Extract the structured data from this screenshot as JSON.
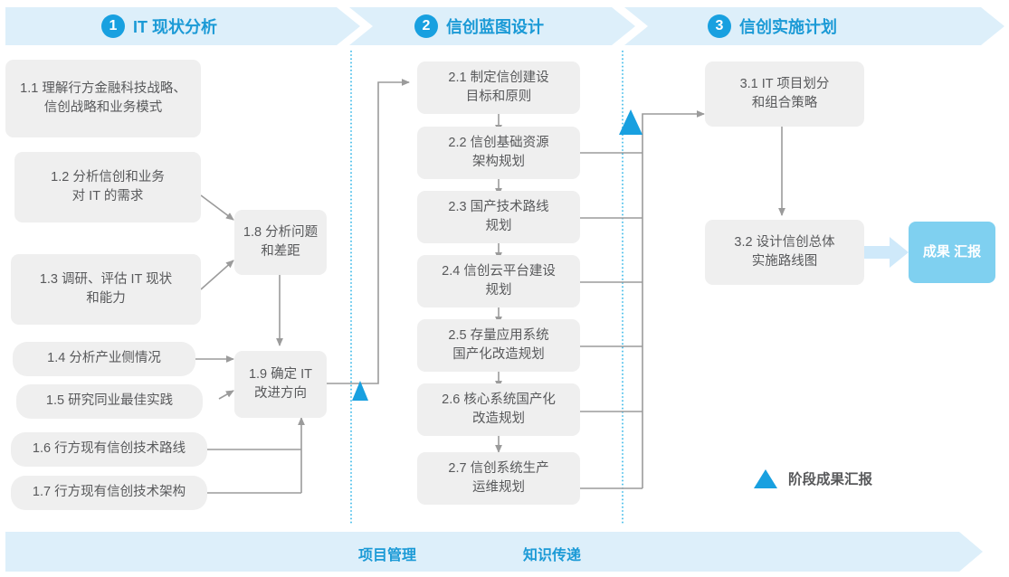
{
  "phases": [
    {
      "number": "1",
      "title": "IT 现状分析"
    },
    {
      "number": "2",
      "title": "信创蓝图设计"
    },
    {
      "number": "3",
      "title": "信创实施计划"
    }
  ],
  "column1": {
    "inputs": [
      {
        "id": "1.1",
        "line1": "1.1 理解行方金融科技战略、",
        "line2": "信创战略和业务模式"
      },
      {
        "id": "1.2",
        "line1": "1.2 分析信创和业务",
        "line2": "对 IT 的需求"
      },
      {
        "id": "1.3",
        "line1": "1.3 调研、评估 IT 现状",
        "line2": "和能力"
      },
      {
        "id": "1.4",
        "line1": "1.4 分析产业侧情况",
        "line2": ""
      },
      {
        "id": "1.5",
        "line1": "1.5 研究同业最佳实践",
        "line2": ""
      },
      {
        "id": "1.6",
        "line1": "1.6 行方现有信创技术路线",
        "line2": ""
      },
      {
        "id": "1.7",
        "line1": "1.7 行方现有信创技术架构",
        "line2": ""
      }
    ],
    "merge": [
      {
        "id": "1.8",
        "line1": "1.8 分析问题",
        "line2": "和差距"
      },
      {
        "id": "1.9",
        "line1": "1.9 确定 IT",
        "line2": "改进方向"
      }
    ]
  },
  "column2": {
    "steps": [
      {
        "id": "2.1",
        "line1": "2.1 制定信创建设",
        "line2": "目标和原则"
      },
      {
        "id": "2.2",
        "line1": "2.2 信创基础资源",
        "line2": "架构规划"
      },
      {
        "id": "2.3",
        "line1": "2.3 国产技术路线",
        "line2": "规划"
      },
      {
        "id": "2.4",
        "line1": "2.4 信创云平台建设",
        "line2": "规划"
      },
      {
        "id": "2.5",
        "line1": "2.5 存量应用系统",
        "line2": "国产化改造规划"
      },
      {
        "id": "2.6",
        "line1": "2.6 核心系统国产化",
        "line2": "改造规划"
      },
      {
        "id": "2.7",
        "line1": "2.7 信创系统生产",
        "line2": "运维规划"
      }
    ]
  },
  "column3": {
    "steps": [
      {
        "id": "3.1",
        "line1": "3.1 IT 项目划分",
        "line2": "和组合策略"
      },
      {
        "id": "3.2",
        "line1": "3.2 设计信创总体",
        "line2": "实施路线图"
      }
    ],
    "result": {
      "line1": "成果",
      "line2": "汇报"
    }
  },
  "legend": {
    "label": "阶段成果汇报"
  },
  "bottom_bar": {
    "labels": [
      "项目管理",
      "知识传递"
    ]
  },
  "colors": {
    "accent": "#18a0e0",
    "banner_fill": "#ddeffa",
    "box_fill": "#efefef",
    "box_text": "#58595b",
    "connector": "#9b9b9b",
    "result_fill": "#7fd0f0",
    "divider": "#35b7e8"
  }
}
